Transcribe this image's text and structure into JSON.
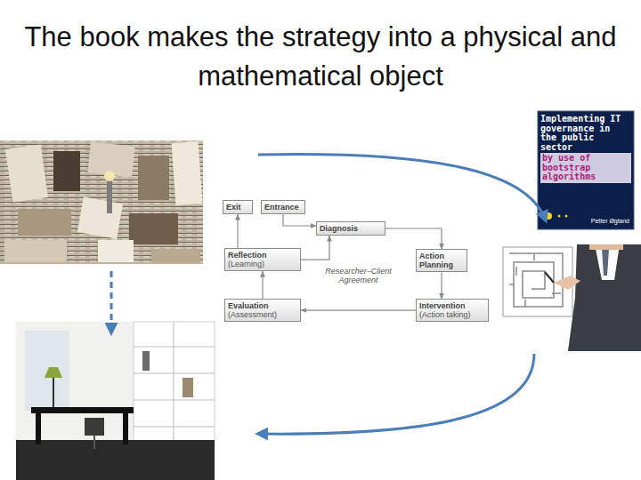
{
  "diagram": {
    "title": "The book makes the strategy into a physical and mathematical object",
    "nodes": [
      {
        "text": [
          "Exit"
        ]
      },
      {
        "text": [
          "Entrance"
        ]
      },
      {
        "text": [
          "Diagnosis"
        ]
      },
      {
        "text": [
          "Reflection",
          "(Learning)"
        ]
      },
      {
        "text": [
          "Action Planning"
        ]
      },
      {
        "text": [
          "Evaluation",
          "(Assessment)"
        ]
      },
      {
        "text": [
          "Intervention",
          "(Action taking)"
        ]
      }
    ],
    "edges": [
      {
        "from": 1,
        "to": 2,
        "arrow": "to"
      },
      {
        "from": 2,
        "to": 4,
        "arrow": "to"
      },
      {
        "from": 4,
        "to": 6,
        "arrow": "to"
      },
      {
        "from": 6,
        "to": 5,
        "arrow": "to"
      },
      {
        "from": 5,
        "to": 3,
        "arrow": "to"
      },
      {
        "from": 3,
        "to": 2,
        "arrow": "to"
      },
      {
        "from": 3,
        "to": 0,
        "arrow": "to"
      }
    ],
    "labels": [
      "Researcher–Client Agreement",
      "Implementing IT governance in the public sector",
      "by use of bootstrap algorithms",
      "Petter Øgland"
    ]
  }
}
